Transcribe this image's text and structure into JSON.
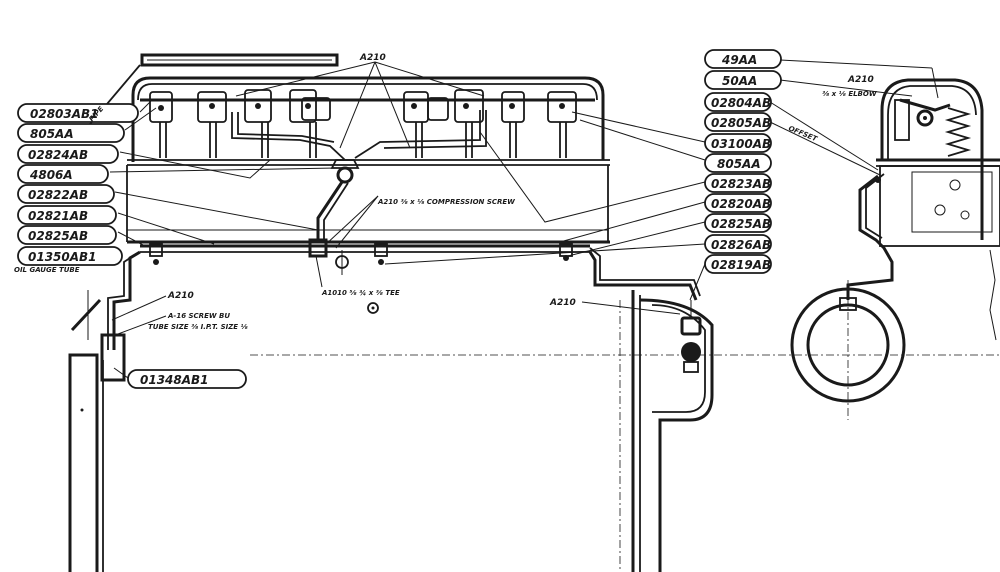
{
  "left_tags": {
    "t1": "02803AB1",
    "t2": "805AA",
    "t3": "02824AB",
    "t4": "4806A",
    "t5": "02822AB",
    "t6": "02821AB",
    "t7": "02825AB",
    "t8": "01350AB1",
    "t9": "01348AB1"
  },
  "right_tags": {
    "t1": "02804AB",
    "t2": "02805AB",
    "t3": "03100AB",
    "t4": "805AA",
    "t5": "02823AB",
    "t6": "02820AB",
    "t7": "02825AB",
    "t8": "02826AB",
    "t9": "02819AB"
  },
  "top_right_tags": {
    "t1": "49AA",
    "t2": "50AA"
  },
  "notes": {
    "a210_top": "A210",
    "a210_right": "A210",
    "a210_left": "A210",
    "a210_mid": "A210",
    "compression": "A210 ⅜ x ⅛ COMPRESSION SCREW",
    "tee": "A1010 ⅝ ¾ x ⅜ TEE",
    "oil_gauge": "OIL GAUGE TUBE",
    "screw_line1": "A-16 SCREW BU",
    "screw_line2": "TUBE SIZE ⅜ I.P.T. SIZE ⅛",
    "elbow": "⅜ x ⅛ ELBOW",
    "offset": "OFFSET",
    "pipe": "PIPE"
  }
}
